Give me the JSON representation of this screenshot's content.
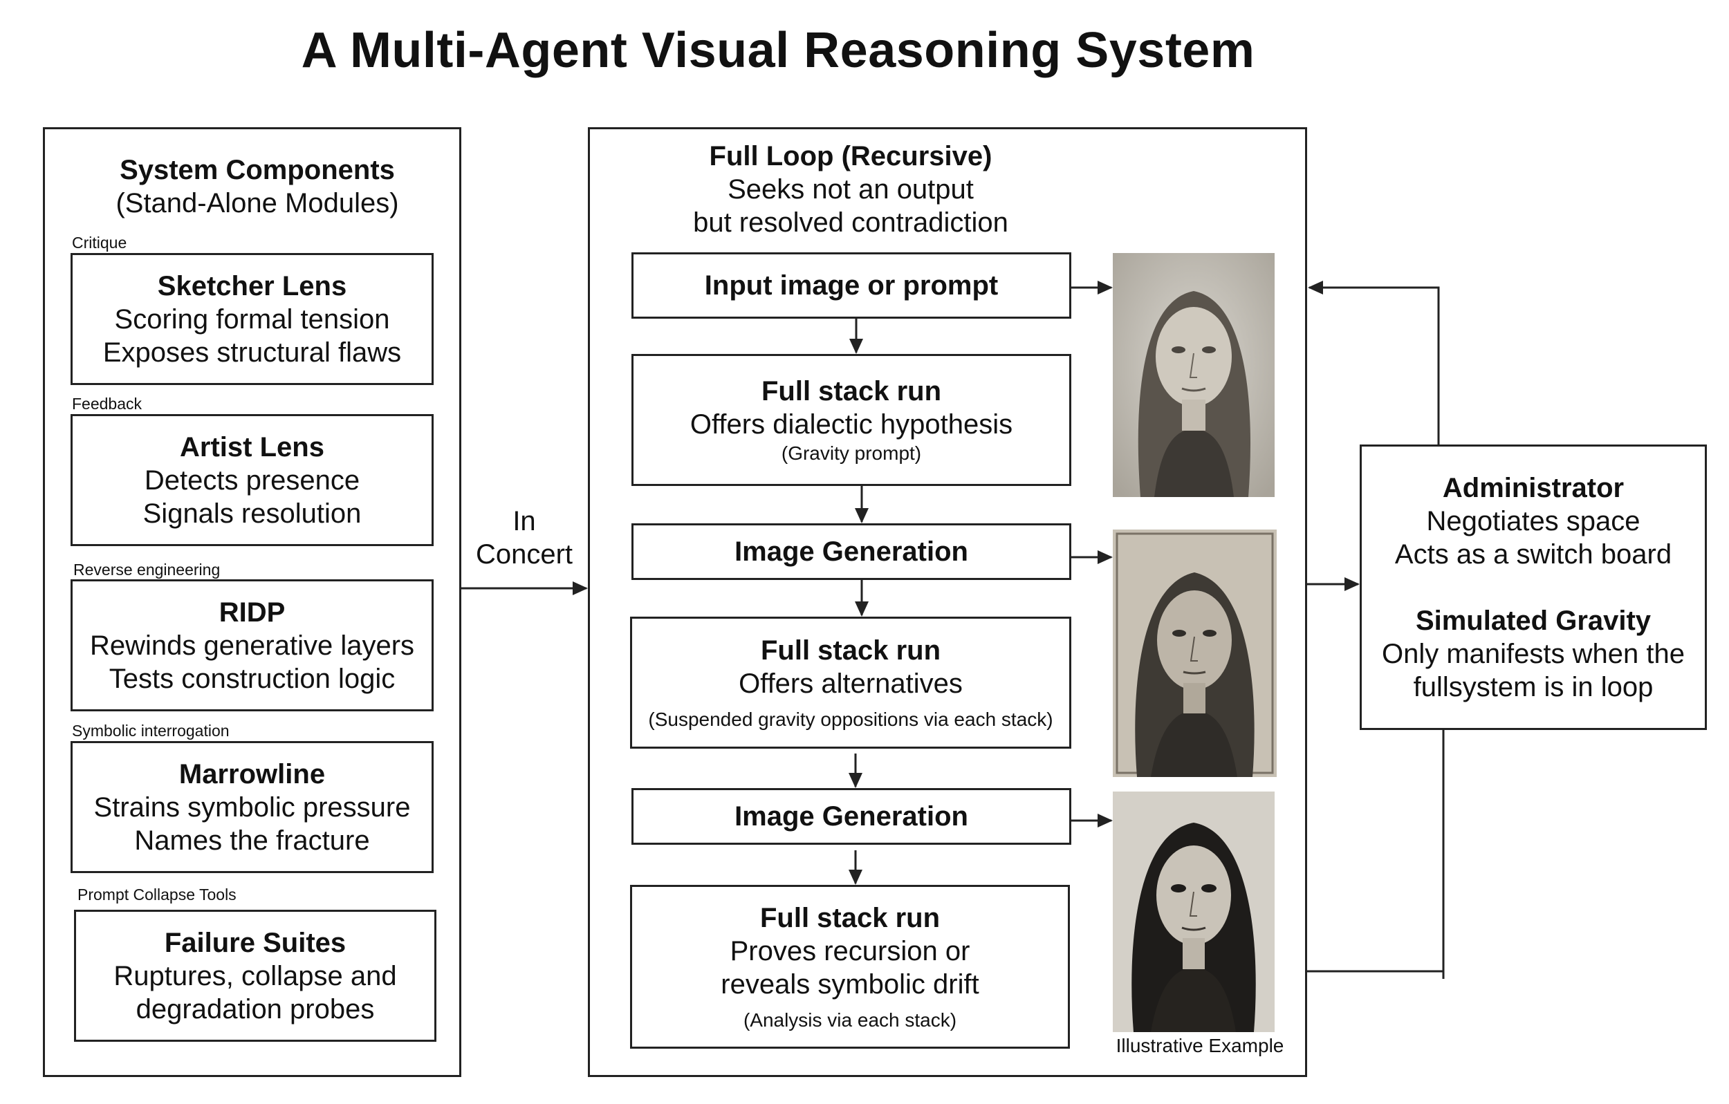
{
  "title": "A Multi-Agent Visual Reasoning System",
  "components": {
    "heading": "System Components",
    "subheading": "(Stand-Alone Modules)",
    "modules": [
      {
        "category": "Critique",
        "name": "Sketcher Lens",
        "line1": "Scoring formal tension",
        "line2": "Exposes structural flaws"
      },
      {
        "category": "Feedback",
        "name": "Artist Lens",
        "line1": "Detects presence",
        "line2": "Signals resolution"
      },
      {
        "category": "Reverse engineering",
        "name": "RIDP",
        "line1": "Rewinds generative layers",
        "line2": "Tests construction logic"
      },
      {
        "category": "Symbolic interrogation",
        "name": "Marrowline",
        "line1": "Strains symbolic pressure",
        "line2": "Names the fracture"
      },
      {
        "category": "Prompt Collapse Tools",
        "name": "Failure Suites",
        "line1": "Ruptures, collapse and",
        "line2": "degradation probes"
      }
    ]
  },
  "connector": {
    "line1": "In",
    "line2": "Concert"
  },
  "loop": {
    "heading": "Full Loop (Recursive)",
    "sub1": "Seeks not an output",
    "sub2": "but resolved contradiction",
    "steps": [
      {
        "title": "Input image or prompt"
      },
      {
        "title": "Full stack run",
        "line1": "Offers dialectic hypothesis",
        "note": "(Gravity prompt)"
      },
      {
        "title": "Image Generation"
      },
      {
        "title": "Full stack run",
        "line1": "Offers alternatives",
        "note": "(Suspended gravity oppositions via each stack)"
      },
      {
        "title": "Image Generation"
      },
      {
        "title": "Full stack run",
        "line1": "Proves recursion or",
        "line2": "reveals symbolic drift",
        "note": "(Analysis via each stack)"
      }
    ],
    "images_caption": "Illustrative Example"
  },
  "administrator": {
    "title": "Administrator",
    "line1": "Negotiates space",
    "line2": "Acts as a switch board",
    "title2": "Simulated Gravity",
    "line3": "Only manifests when the",
    "line4": "fullsystem is in loop"
  }
}
